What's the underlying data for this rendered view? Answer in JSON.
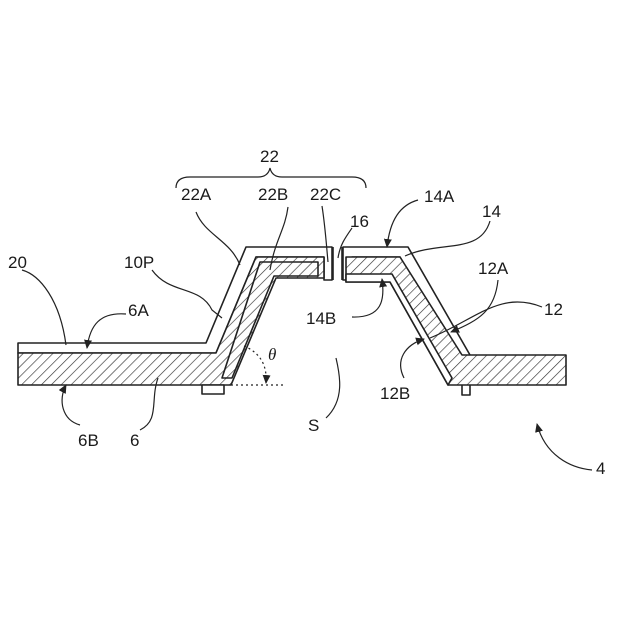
{
  "figure": {
    "labels": {
      "l20": "20",
      "l10P": "10P",
      "l6A": "6A",
      "l6B": "6B",
      "l6": "6",
      "l22": "22",
      "l22A": "22A",
      "l22B": "22B",
      "l22C": "22C",
      "l16": "16",
      "l14A": "14A",
      "l14": "14",
      "l14B": "14B",
      "l12A": "12A",
      "l12": "12",
      "l12B": "12B",
      "lS": "S",
      "l4": "4",
      "theta": "θ"
    },
    "colors": {
      "line": "#222222",
      "hatch": "#333333",
      "background": "#ffffff"
    }
  }
}
